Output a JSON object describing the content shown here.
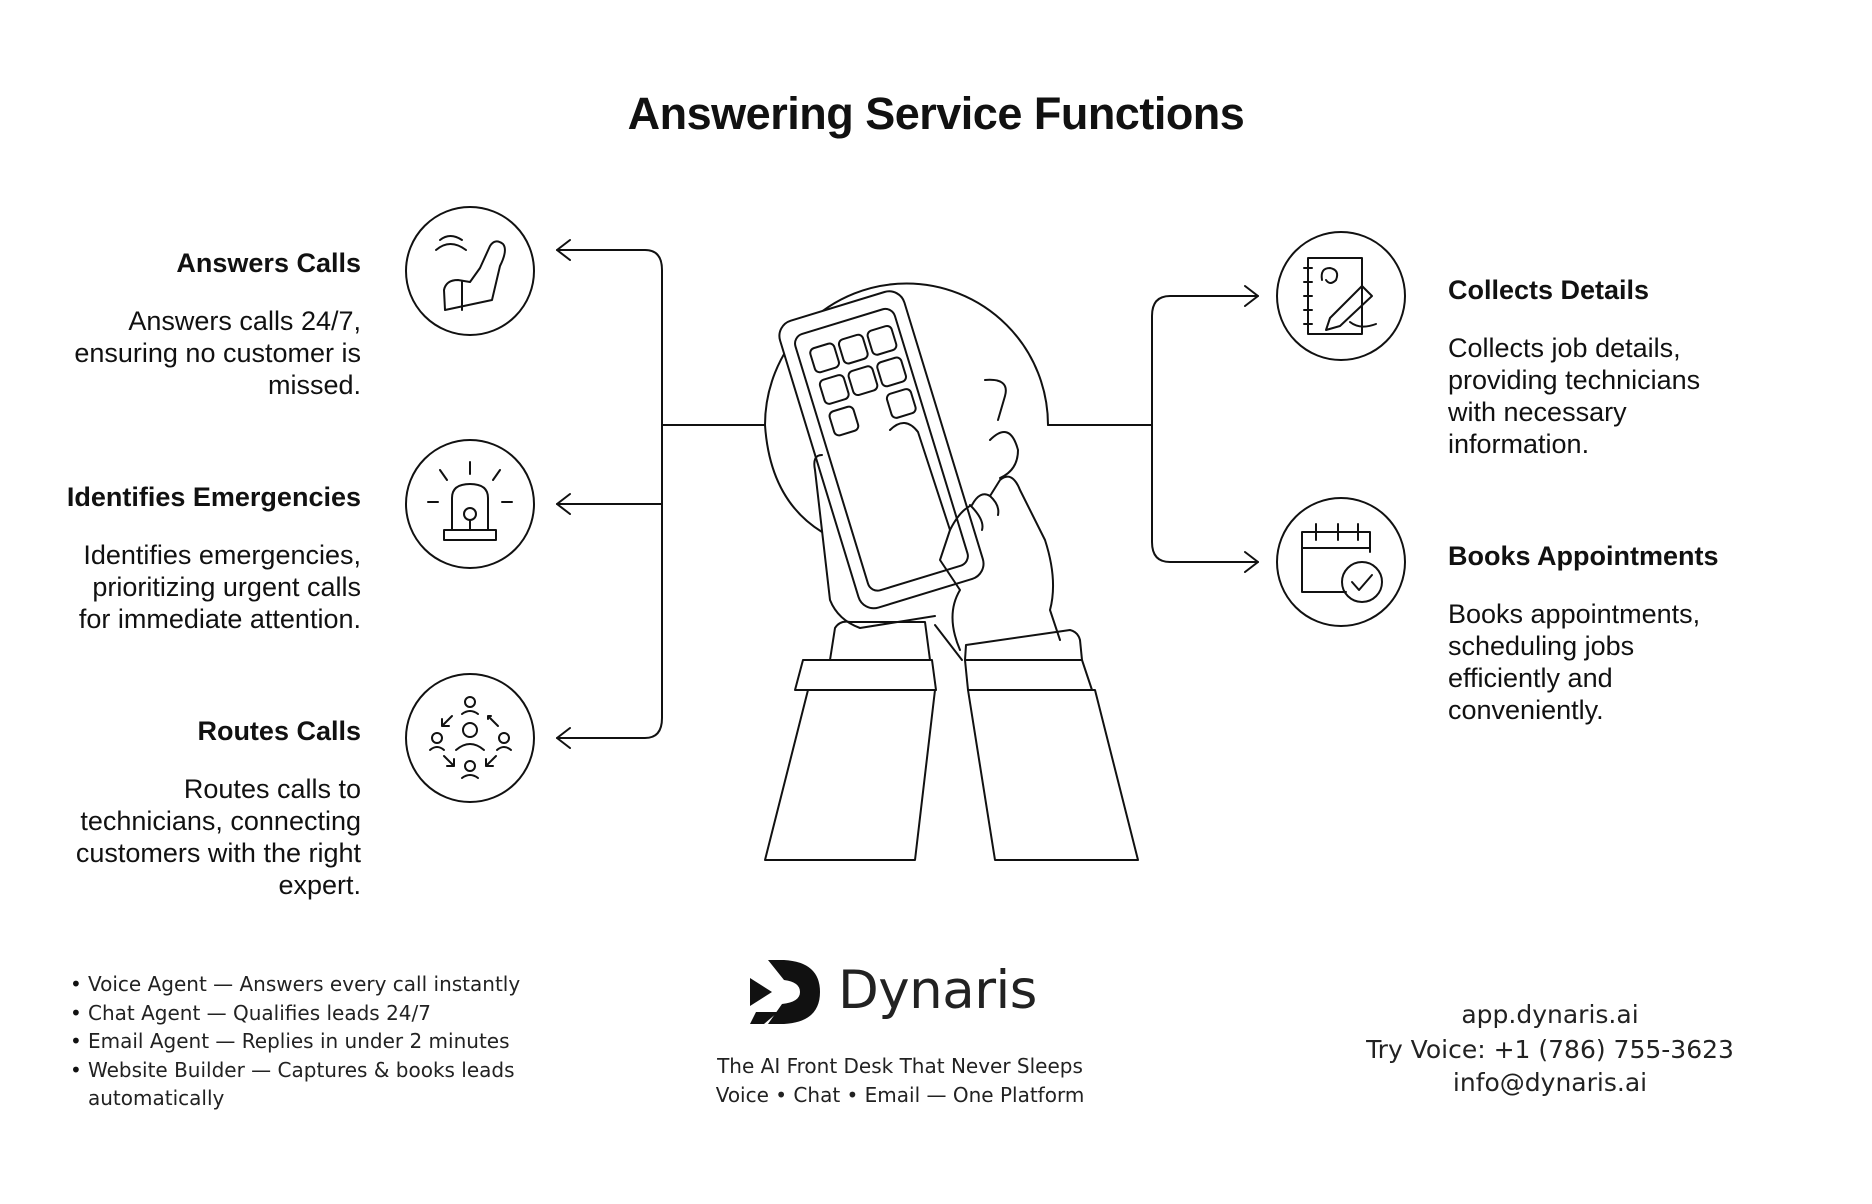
{
  "title": "Answering Service Functions",
  "functions": {
    "answers_calls": {
      "heading": "Answers Calls",
      "lines": [
        "Answers calls 24/7,",
        "ensuring no customer is",
        "missed."
      ],
      "icon": "phone-hand-icon"
    },
    "identifies_emergencies": {
      "heading": "Identifies Emergencies",
      "lines": [
        "Identifies emergencies,",
        "prioritizing urgent calls",
        "for immediate attention."
      ],
      "icon": "alarm-siren-icon"
    },
    "routes_calls": {
      "heading": "Routes Calls",
      "lines": [
        "Routes calls to",
        "technicians, connecting",
        "customers with the right",
        "expert."
      ],
      "icon": "people-network-icon"
    },
    "collects_details": {
      "heading": "Collects Details",
      "lines": [
        "Collects job details,",
        "providing technicians",
        "with necessary",
        "information."
      ],
      "icon": "notepad-pencil-icon"
    },
    "books_appointments": {
      "heading": "Books Appointments",
      "lines": [
        "Books appointments,",
        "scheduling jobs",
        "efficiently and",
        "conveniently."
      ],
      "icon": "calendar-check-icon"
    }
  },
  "center_icon": "hands-phone-icon",
  "footer": {
    "features": [
      "Voice Agent — Answers every call instantly",
      "Chat Agent — Qualifies leads 24/7",
      "Email Agent — Replies in under 2 minutes",
      " Website Builder — Captures & books leads",
      "automatically"
    ],
    "brand": "Dynaris",
    "logo_icon": "dynaris-logo-icon",
    "tagline": "The AI Front Desk That Never Sleeps",
    "subtagline": "Voice • Chat • Email — One Platform",
    "contact": {
      "url": "app.dynaris.ai",
      "voice": "Try Voice: +1 (786) 755-3623",
      "email": "info@dynaris.ai"
    }
  },
  "colors": {
    "ink": "#111111",
    "background": "#ffffff"
  }
}
